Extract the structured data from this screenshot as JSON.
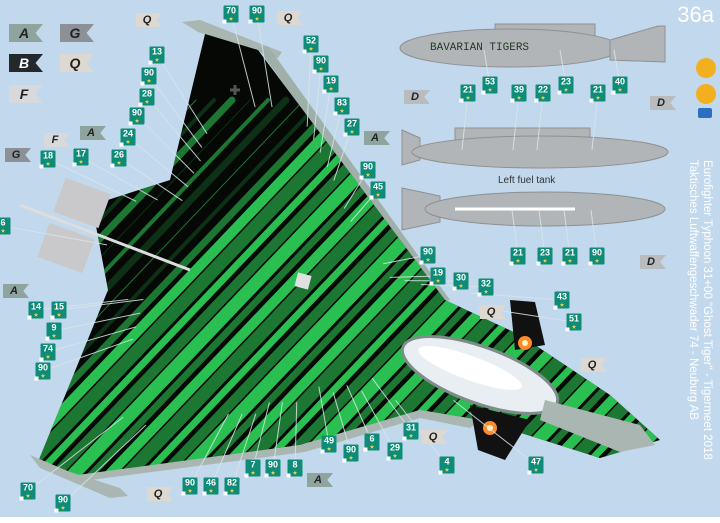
{
  "page": {
    "number": "36a",
    "title_line1": "Eurofighter Typhoon 31+00 \"Ghost Tiger\" - Tigermeet 2018",
    "title_line2": "Taktisches Luftwaffengeschwader 74 - Neuburg AB",
    "tank_inscription": "BAVARIAN TIGERS",
    "tank_label": "Left fuel tank"
  },
  "colors": {
    "background": "#c2d8ec",
    "decal_badge": "#0e8c78",
    "camo_green": "#2fd45a",
    "camo_black": "#050805",
    "aircraft_grey": "#a9b6b2",
    "tank_grey": "#b2b5b7"
  },
  "icons": [
    "paint-brush-icon",
    "decal-water-icon",
    "glue-icon"
  ],
  "color_legend": [
    {
      "code": "A"
    },
    {
      "code": "G"
    },
    {
      "code": "B"
    },
    {
      "code": "Q"
    },
    {
      "code": "F"
    }
  ],
  "paint_flags": [
    "Q",
    "Q",
    "F",
    "A",
    "G",
    "A",
    "Q",
    "A",
    "Q",
    "Q",
    "Q",
    "D",
    "D",
    "D",
    "A"
  ],
  "decals_aircraft": [
    "13",
    "90",
    "28",
    "90",
    "24",
    "26",
    "17",
    "18",
    "6",
    "70",
    "90",
    "52",
    "90",
    "19",
    "83",
    "27",
    "90",
    "45",
    "90",
    "19",
    "30",
    "32",
    "43",
    "51",
    "47",
    "4",
    "31",
    "29",
    "6",
    "90",
    "49",
    "8",
    "90",
    "7",
    "82",
    "46",
    "90",
    "70",
    "90",
    "90",
    "74",
    "9",
    "14",
    "15"
  ],
  "decals_tanks": [
    "53",
    "23",
    "40",
    "21",
    "39",
    "22",
    "21",
    "21",
    "23",
    "21",
    "90"
  ]
}
